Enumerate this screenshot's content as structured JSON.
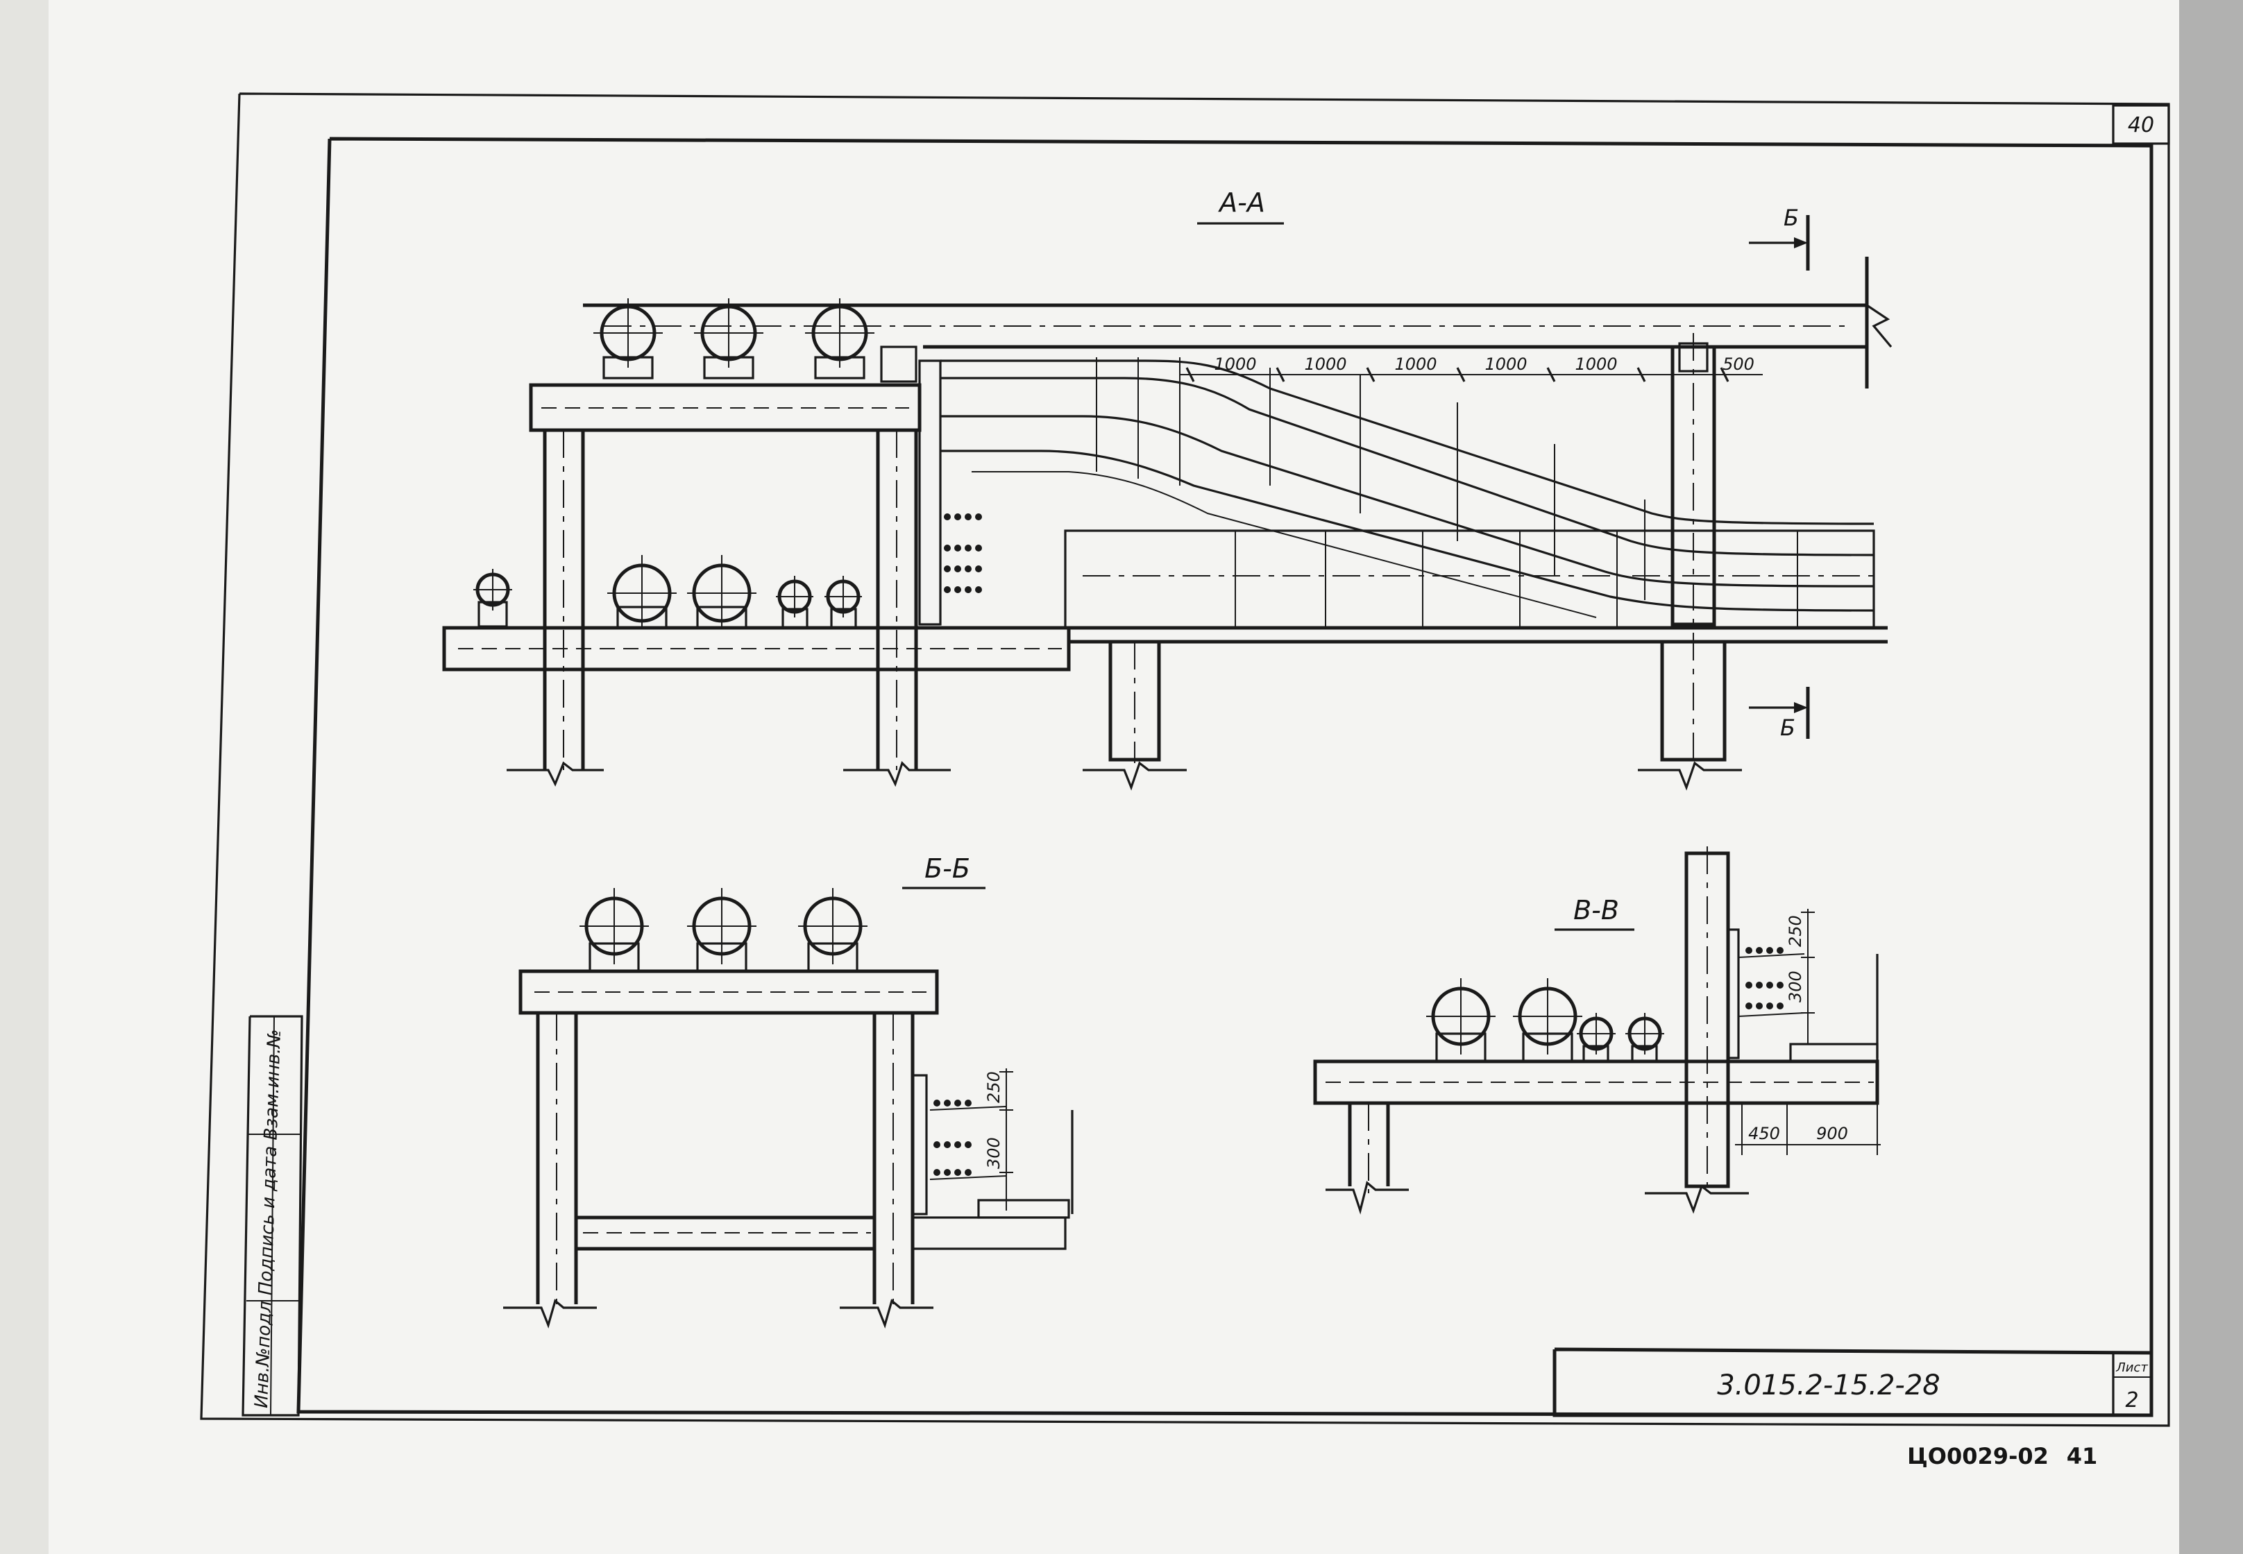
{
  "sheet": {
    "page_number": "40",
    "drawing_code": "3.015.2-15.2-28",
    "archive_code": "ЦО0029-02",
    "archive_page": "41",
    "title_block_sheet_label": "Лист",
    "title_block_sheet_number": "2",
    "side_stamp": "Инв.№подл   Подпись и дата   Взам.инв.№"
  },
  "views": {
    "section_aa": {
      "title": "А-А",
      "cut_marker_top": "Б",
      "cut_marker_bottom": "Б",
      "spacing_dims": [
        "1000",
        "1000",
        "1000",
        "1000",
        "1000",
        "500"
      ]
    },
    "section_bb": {
      "title": "Б-Б",
      "dims": [
        "250",
        "300"
      ]
    },
    "section_vv": {
      "title": "В-В",
      "dims_vertical": [
        "250",
        "300"
      ],
      "dims_horizontal": [
        "450",
        "900"
      ]
    }
  },
  "colors": {
    "ink": "#1a1a1a",
    "paper": "#f4f4f2"
  }
}
